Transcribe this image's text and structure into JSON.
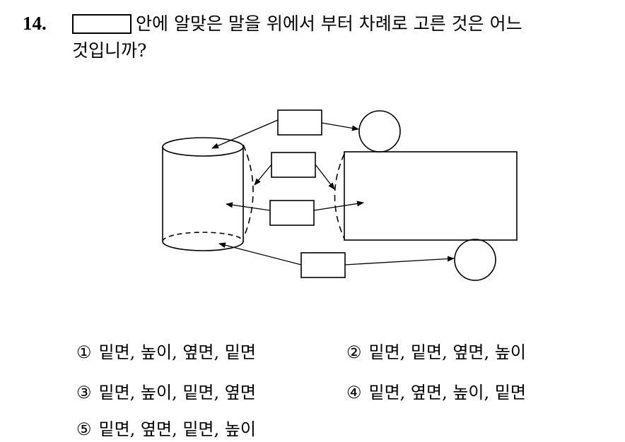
{
  "question": {
    "number": "14.",
    "text_line1": "안에 알맞은 말을 위에서 부터 차례로 고른 것은 어느",
    "text_line2": "것입니까?"
  },
  "choices": [
    {
      "num": "①",
      "text": "밑면, 높이, 옆면, 밑면"
    },
    {
      "num": "②",
      "text": "밑면, 밑면, 옆면, 높이"
    },
    {
      "num": "③",
      "text": "밑면, 높이, 밑면, 옆면"
    },
    {
      "num": "④",
      "text": "밑면, 옆면, 높이, 밑면"
    },
    {
      "num": "⑤",
      "text": "밑면, 옆면, 밑면, 높이"
    }
  ]
}
